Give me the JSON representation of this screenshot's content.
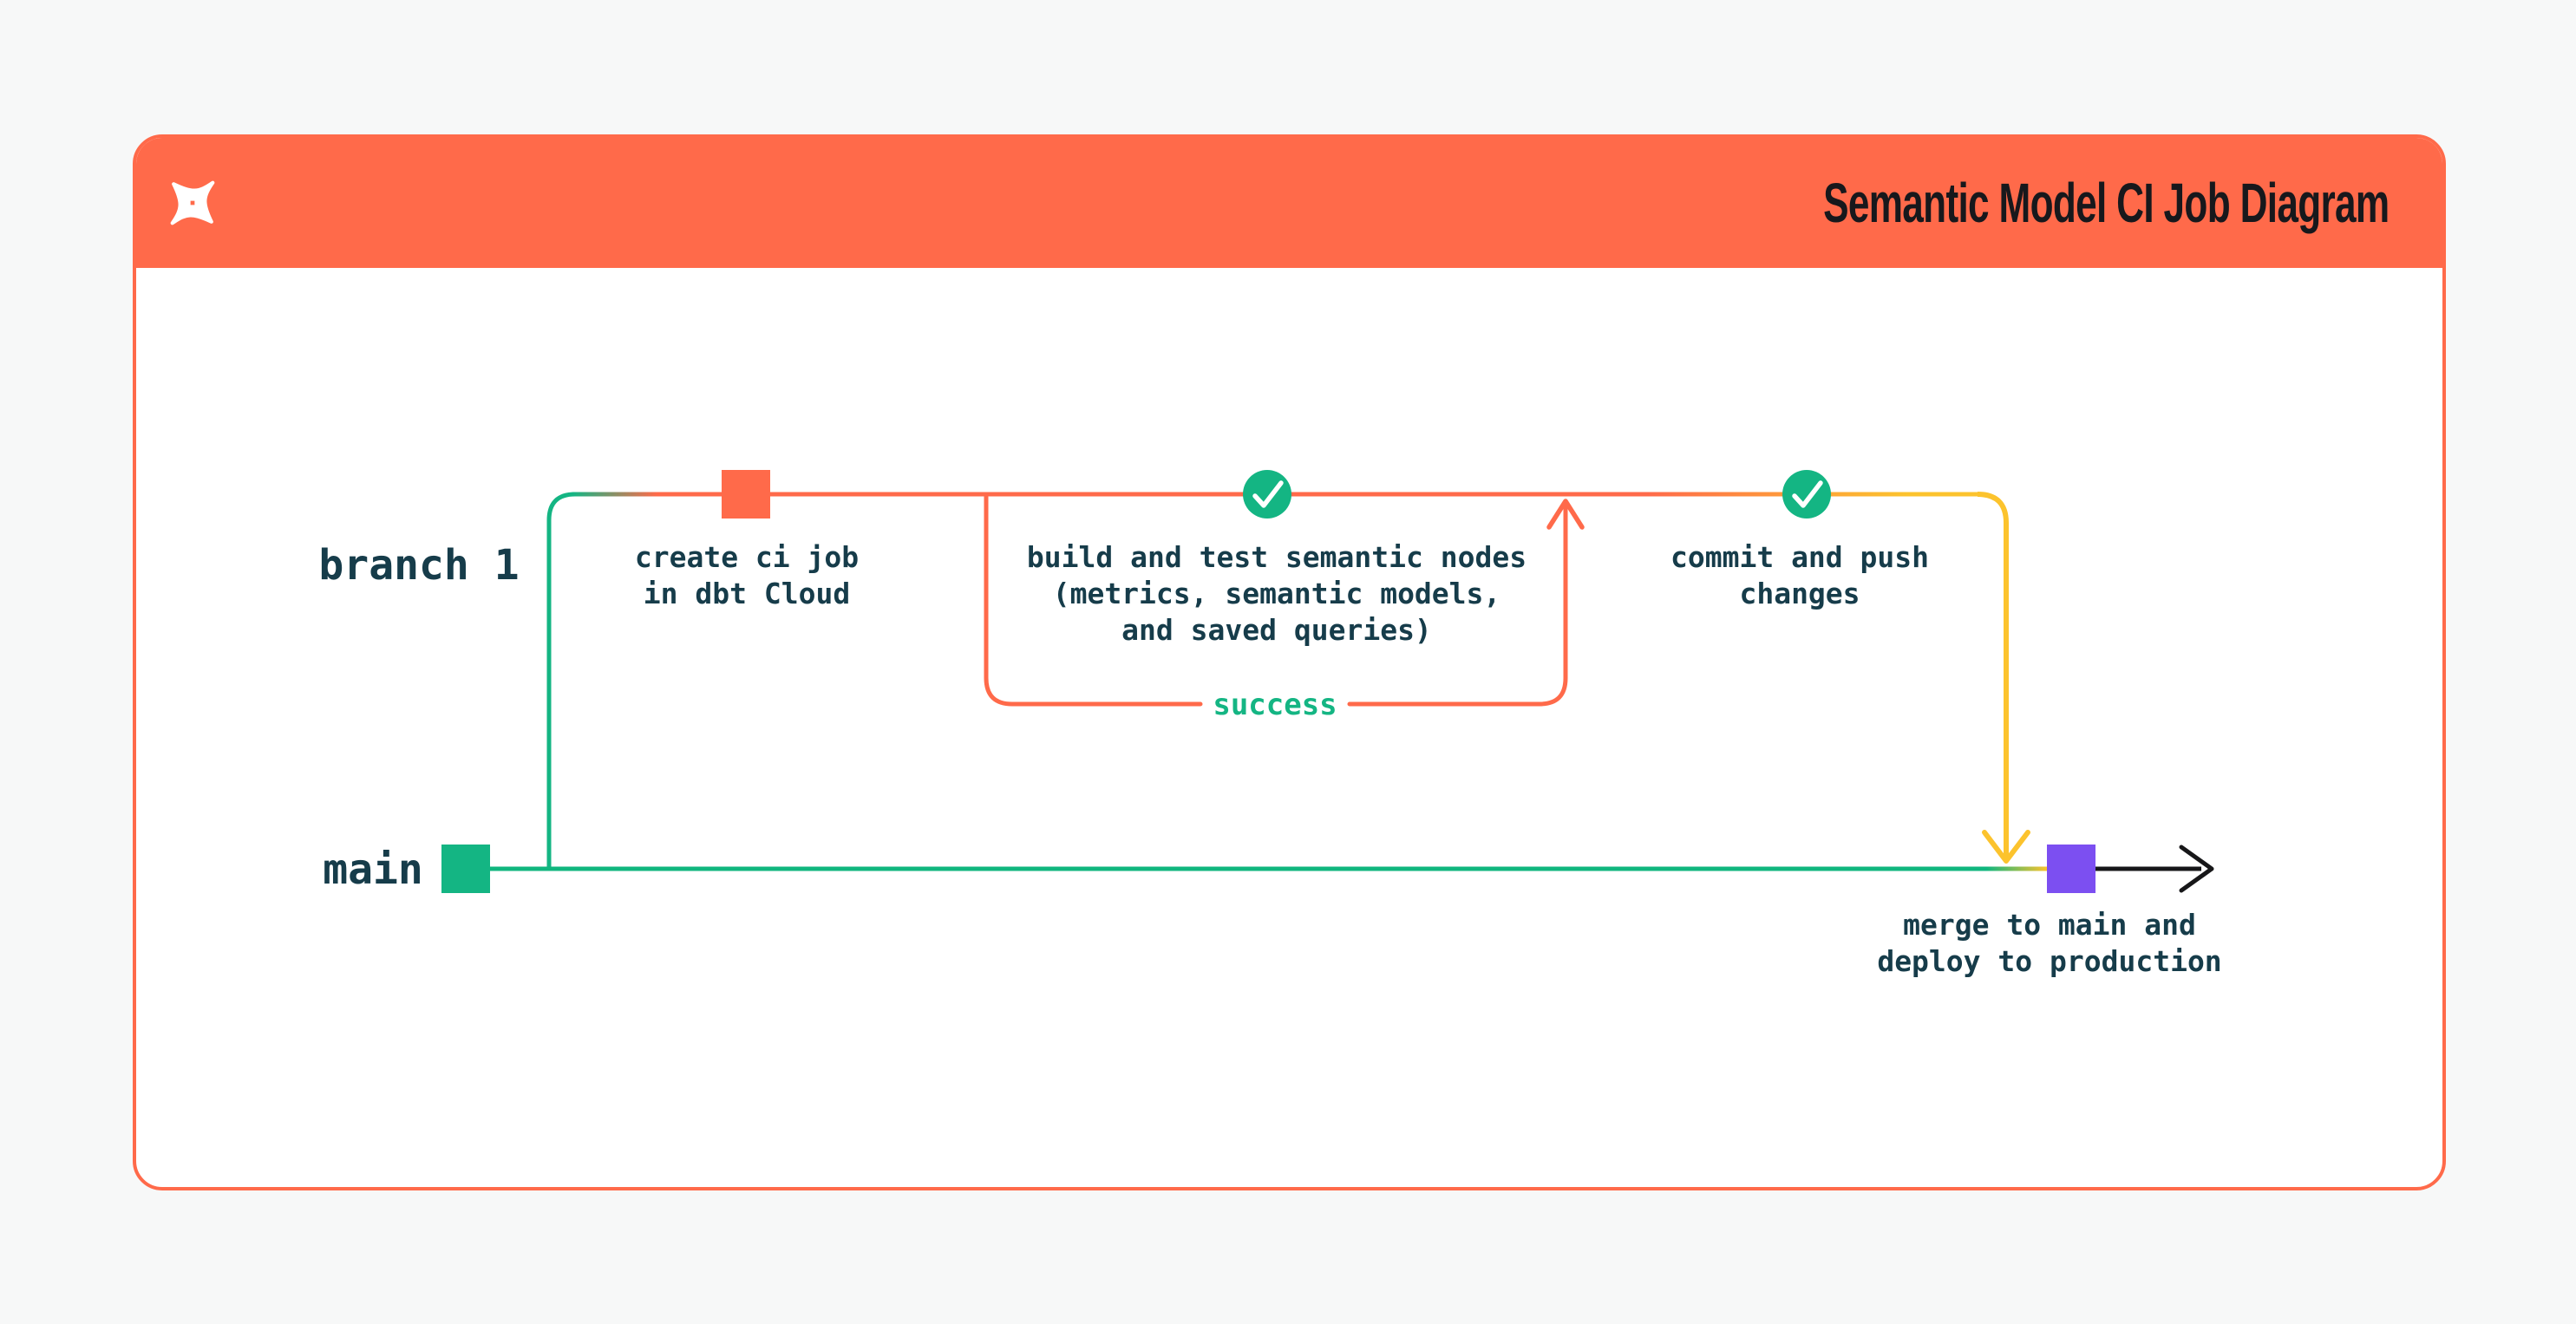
{
  "header": {
    "title": "Semantic Model CI Job Diagram",
    "logo": "dbt-logo"
  },
  "lanes": {
    "branch_label": "branch 1",
    "main_label": "main"
  },
  "steps": {
    "create_ci": "create ci job\nin dbt Cloud",
    "build_test": "build and test semantic nodes\n(metrics, semantic models,\nand saved queries)",
    "success": "success",
    "commit_push": "commit and push\nchanges",
    "merge_deploy": "merge to main and\ndeploy to production"
  },
  "colors": {
    "brand_orange": "#ff6a4a",
    "green": "#14b583",
    "main_line_green": "#10b67e",
    "yellow": "#fcc32d",
    "purple": "#7c4ff1",
    "dark_text": "#163c4a",
    "title_text": "#17181c",
    "arrow_black": "#171719",
    "page_background": "#f7f8f8",
    "card_background": "#ffffff"
  }
}
